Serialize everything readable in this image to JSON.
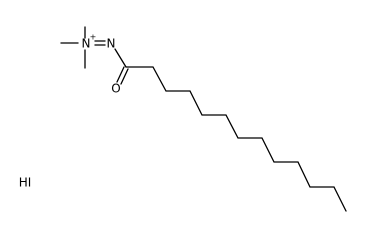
{
  "molecule": {
    "atoms": {
      "ammonium_nitrogen": "N",
      "ammonium_charge": "+",
      "imine_nitrogen": "N",
      "carbonyl_oxygen": "O"
    },
    "counterion": "HI"
  }
}
